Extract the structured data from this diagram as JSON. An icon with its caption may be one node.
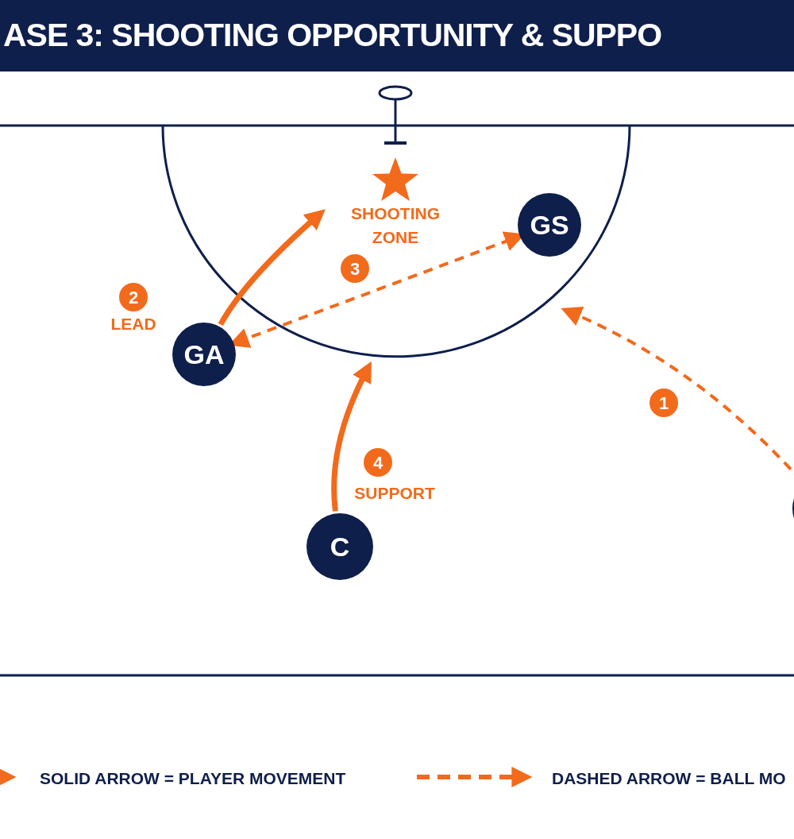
{
  "diagram": {
    "title": "ASE 3: SHOOTING OPPORTUNITY & SUPPO",
    "nodes": [
      {
        "text": [
          "GS"
        ]
      },
      {
        "text": [
          "GA"
        ]
      },
      {
        "text": [
          "C"
        ]
      },
      {
        "text": [],
        "shape": "circle"
      }
    ],
    "edges": [
      {
        "from": 3,
        "to": null,
        "arrow": "to",
        "style": "dashed",
        "label": "1"
      },
      {
        "from": 1,
        "to": null,
        "arrow": "to",
        "label": "2"
      },
      {
        "from": 1,
        "to": 0,
        "arrow": "both",
        "style": "dashed",
        "label": "3"
      },
      {
        "from": 2,
        "to": null,
        "arrow": "to",
        "label": "4"
      }
    ],
    "labels": [
      "SHOOTING ZONE",
      "LEAD",
      "SUPPORT"
    ],
    "legend": [
      {
        "text": "SOLID ARROW = PLAYER MOVEMENT"
      },
      {
        "text": "DASHED ARROW = BALL MO"
      }
    ]
  }
}
